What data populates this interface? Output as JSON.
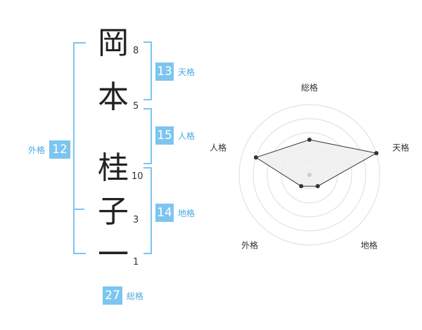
{
  "name": {
    "chars": [
      {
        "char": "岡",
        "strokes": "8"
      },
      {
        "char": "本",
        "strokes": "5"
      },
      {
        "char": "桂",
        "strokes": "10"
      },
      {
        "char": "子",
        "strokes": "3"
      },
      {
        "char": "一",
        "strokes": "1"
      }
    ]
  },
  "fortune": {
    "tenkaku": {
      "value": "13",
      "label": "天格"
    },
    "jinkaku": {
      "value": "15",
      "label": "人格"
    },
    "chikaku": {
      "value": "14",
      "label": "地格"
    },
    "gaikaku": {
      "value": "12",
      "label": "外格"
    },
    "soukaku": {
      "value": "27",
      "label": "総格"
    }
  },
  "chart_data": {
    "type": "radar",
    "axes": [
      "総格",
      "天格",
      "地格",
      "外格",
      "人格"
    ],
    "values": [
      2.5,
      5,
      1,
      1,
      4
    ],
    "max": 5,
    "rings": 5,
    "color": "#333333",
    "fill": "#eeeeee"
  }
}
